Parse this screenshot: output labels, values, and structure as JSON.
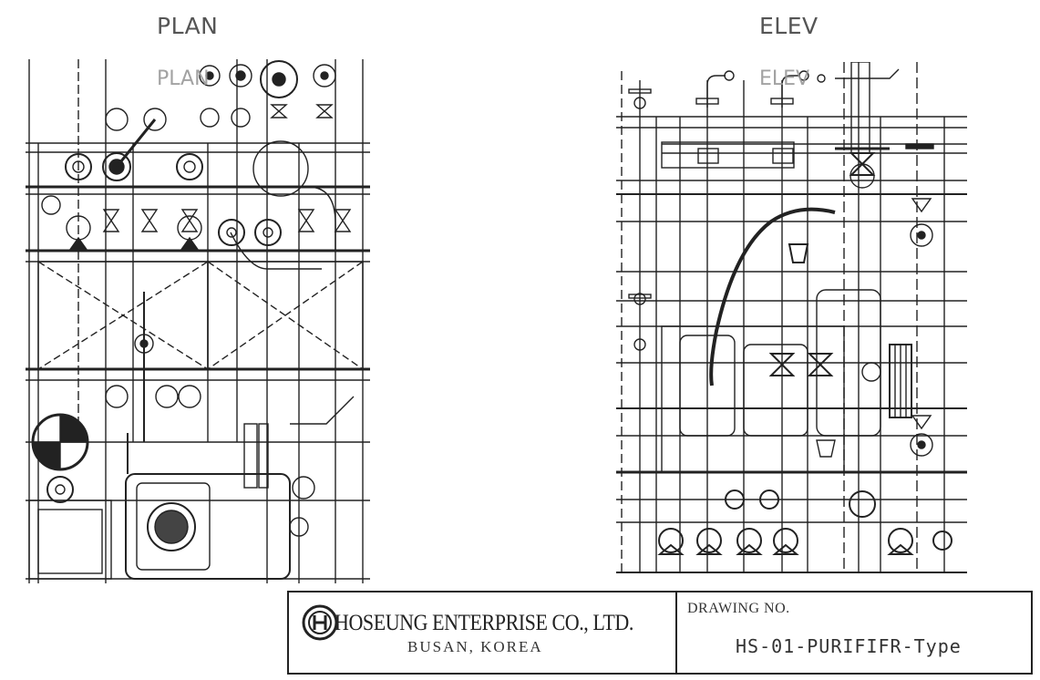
{
  "views": {
    "plan": {
      "title": "PLAN",
      "ghost_label": "PLAN"
    },
    "elev": {
      "title": "ELEV",
      "ghost_label": "ELEV"
    }
  },
  "title_block": {
    "company": "HOSEUNG ENTERPRISE CO., LTD.",
    "location": "BUSAN, KOREA",
    "drawing_no_label": "DRAWING NO.",
    "drawing_no": "HS-01-PURIFIFR-Type"
  },
  "colors": {
    "ink": "#222222",
    "title_gray": "#555555"
  },
  "icons": {
    "logo": "hoseung-logo-icon"
  }
}
